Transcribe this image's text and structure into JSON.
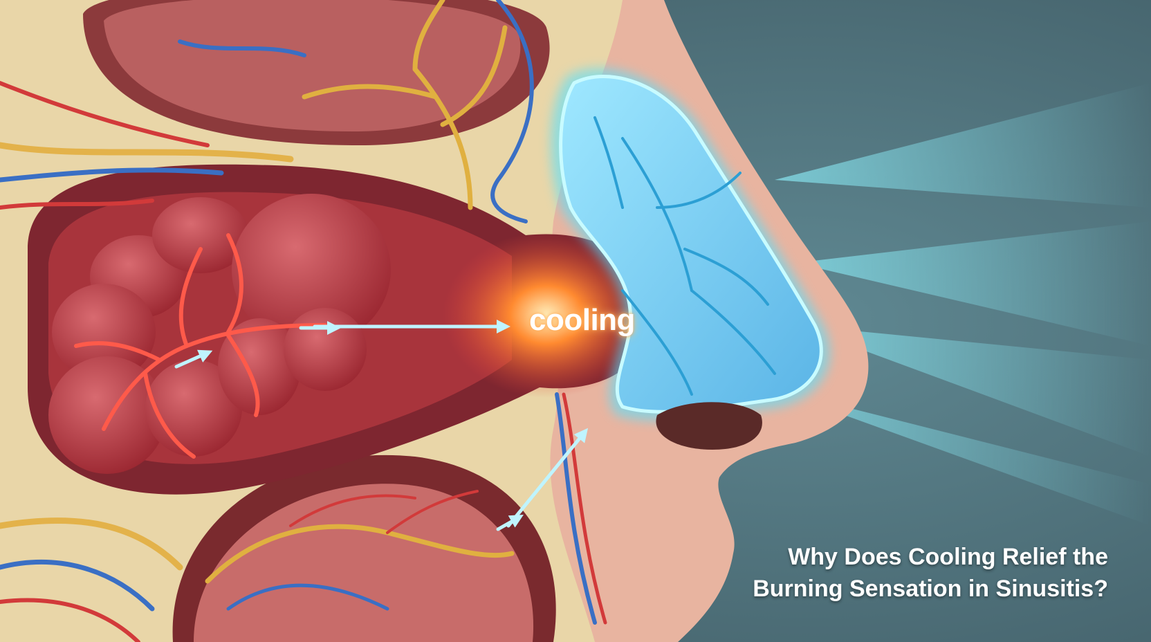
{
  "image": {
    "labels": {
      "cooling": "cooling"
    },
    "caption": {
      "line1": "Why Does Cooling Relief the",
      "line2": "Burning Sensation in Sinusitis?"
    },
    "colors": {
      "background": "#4f6f78",
      "skin": "#e9b8a3",
      "inflamed_tissue": "#b8323c",
      "cooling_glow": "#5fe6ff",
      "hot_spot": "#ff7a2a",
      "nerve": "#e0b040",
      "vein": "#3a6fc4",
      "artery": "#d23a3a"
    },
    "icons": [
      "arrow-right-icon",
      "arrow-up-right-icon"
    ]
  }
}
